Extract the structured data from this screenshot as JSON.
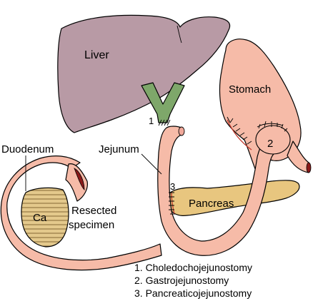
{
  "labels": {
    "liver": "Liver",
    "stomach": "Stomach",
    "duodenum": "Duodenum",
    "jejunum": "Jejunum",
    "pancreas": "Pancreas",
    "ca": "Ca",
    "resected_line1": "Resected",
    "resected_line2": "specimen",
    "marker1": "1",
    "marker2": "2",
    "marker3": "3"
  },
  "legend": [
    "1. Choledochojejunostomy",
    "2. Gastrojejunostomy",
    "3. Pancreaticojejunostomy"
  ],
  "colors": {
    "liver": "#b89aa5",
    "bowel": "#f6bba8",
    "pancreas": "#e8c67f",
    "bile_duct": "#7ea76a",
    "lumen": "#8b1a1a"
  }
}
